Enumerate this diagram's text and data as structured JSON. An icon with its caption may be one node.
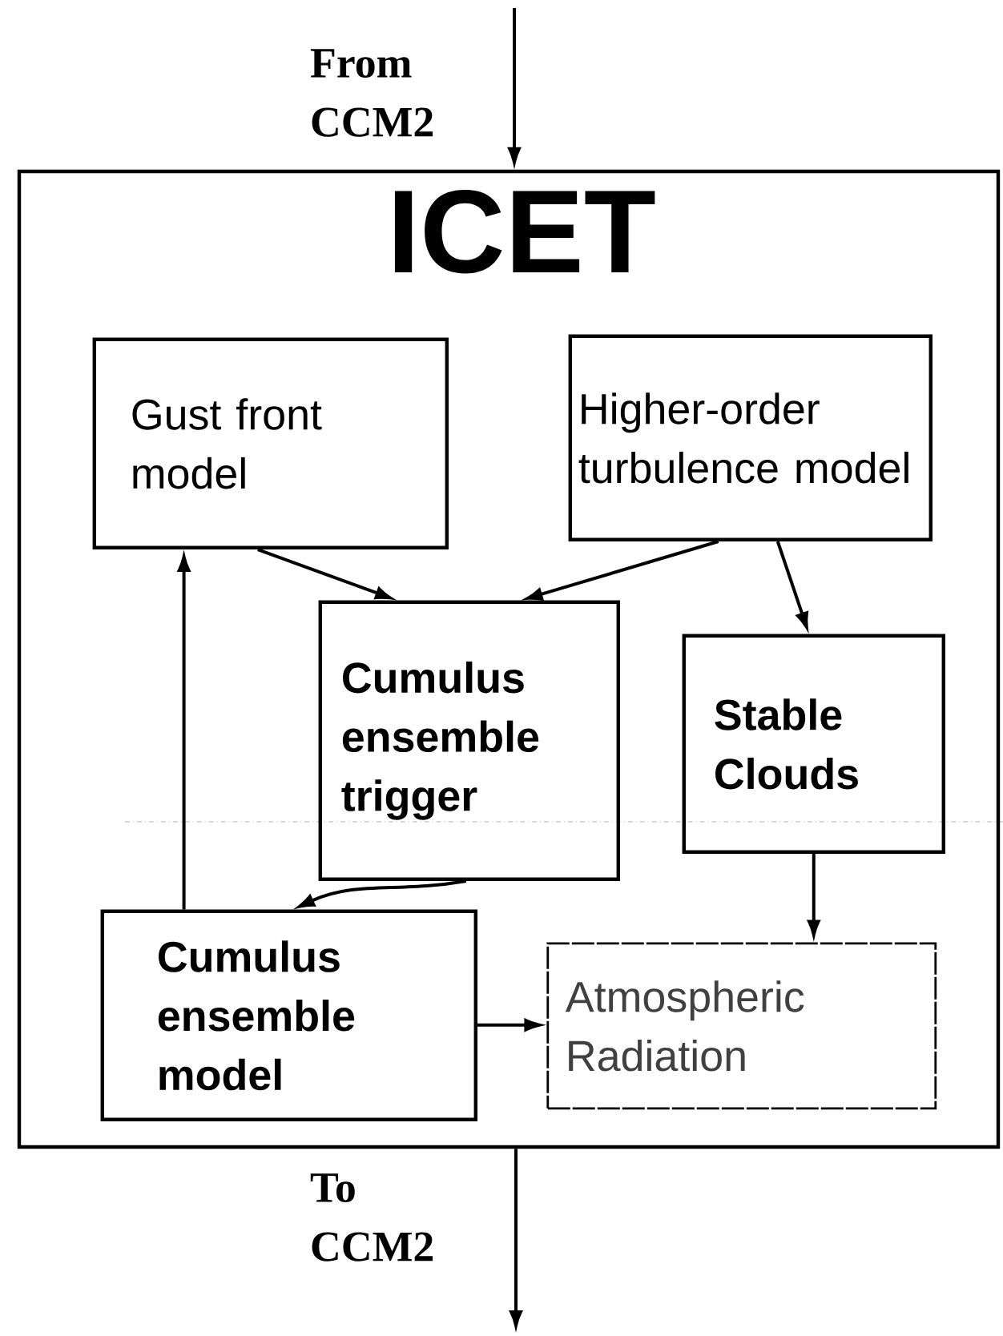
{
  "diagram": {
    "nodes": [
      {
        "text": [
          "ICET"
        ]
      },
      {
        "text": [
          "Gust front model"
        ],
        "in": 0
      },
      {
        "text": [
          "Higher-order turbulence model"
        ],
        "in": 0
      },
      {
        "text": [
          "Cumulus ensemble trigger"
        ],
        "in": 0
      },
      {
        "text": [
          "Stable Clouds"
        ],
        "in": 0
      },
      {
        "text": [
          "Cumulus ensemble model"
        ],
        "in": 0
      },
      {
        "text": [
          "Atmospheric Radiation"
        ],
        "in": 0
      }
    ],
    "edges": [
      {
        "from": null,
        "to": 0,
        "arrow": "to",
        "label": "From CCM2"
      },
      {
        "from": 1,
        "to": 3,
        "arrow": "to"
      },
      {
        "from": 2,
        "to": 3,
        "arrow": "to"
      },
      {
        "from": 2,
        "to": 4,
        "arrow": "to"
      },
      {
        "from": 3,
        "to": 5,
        "arrow": "to"
      },
      {
        "from": 5,
        "to": 1,
        "arrow": "to"
      },
      {
        "from": 5,
        "to": 6,
        "arrow": "to"
      },
      {
        "from": 4,
        "to": 6,
        "arrow": "to"
      },
      {
        "from": 0,
        "to": null,
        "arrow": "to",
        "label": "To CCM2"
      }
    ]
  }
}
